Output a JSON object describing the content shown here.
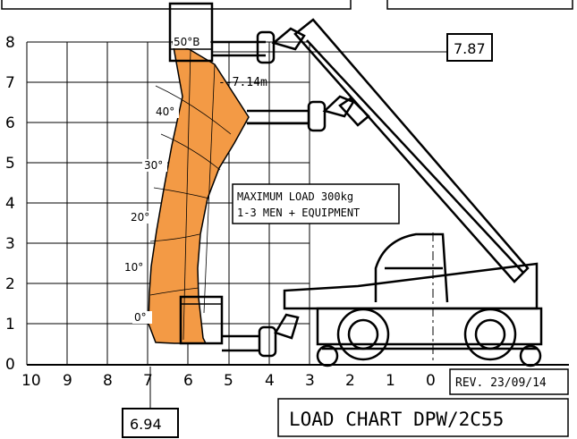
{
  "chart": {
    "y_ticks": [
      "0",
      "1",
      "2",
      "3",
      "4",
      "5",
      "6",
      "7",
      "8"
    ],
    "x_ticks": [
      "10",
      "9",
      "8",
      "7",
      "6",
      "5",
      "4",
      "3",
      "2",
      "1",
      "0"
    ],
    "angles": [
      "0°",
      "10°",
      "20°",
      "30°",
      "40°",
      "50°B"
    ],
    "max_height_value": "7.87",
    "max_outreach_value": "6.94",
    "outreach_marker": "--7.14m",
    "load_note_line1": "MAXIMUM LOAD 300kg",
    "load_note_line2": "1-3 MEN + EQUIPMENT",
    "revision": "REV. 23/09/14",
    "title": "LOAD CHART DPW/2C55"
  },
  "colors": {
    "envelope_fill": "#f39a45",
    "line": "#000000",
    "background": "#ffffff"
  }
}
